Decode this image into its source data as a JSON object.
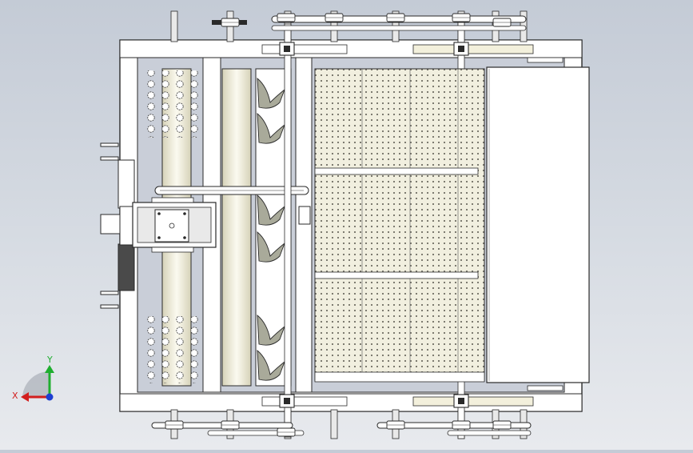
{
  "view": {
    "triad": {
      "x_label": "X",
      "y_label": "Y",
      "x_color": "#d21e1e",
      "y_color": "#1fae2f",
      "z_color": "#1e3fd2"
    },
    "colors": {
      "background_top": "#c4cbd6",
      "background_bottom": "#e8eaee",
      "frame": "#ffffff",
      "roller": "#f3f0dc",
      "screen": "#f1efdf",
      "shaft": "#e9e9e9",
      "dark_part": "#4a4a4a",
      "outline": "#2a2a2a"
    },
    "counts": {
      "auger_blades": 6,
      "shaft_bearings": 4,
      "pulleys": 12
    }
  }
}
